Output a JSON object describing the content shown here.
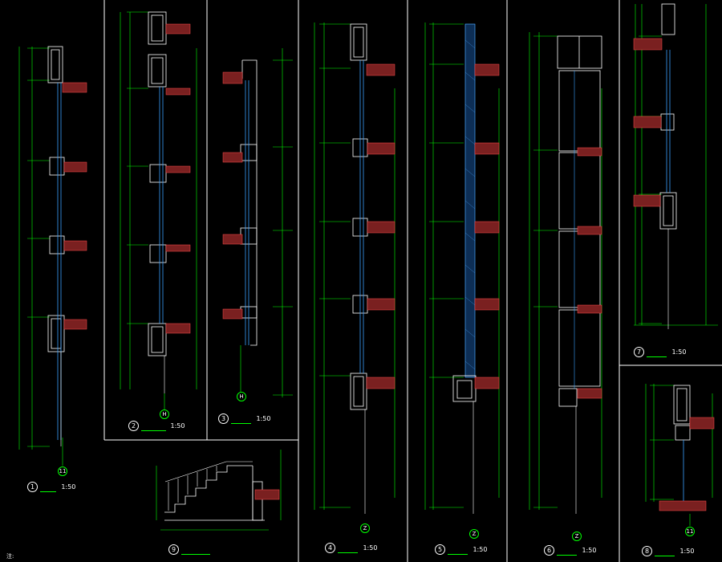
{
  "sheet_note": "注:",
  "colors": {
    "background": "#000000",
    "frame": "#ffffff",
    "dimension": "#00ff00",
    "wall": "#ff4d4d",
    "glass": "#3aa0ff",
    "hatch": "#4aa8ff",
    "text": "#ffffff"
  },
  "panels": [
    {
      "id": "1",
      "scale": "1:50",
      "axis": "11"
    },
    {
      "id": "2",
      "scale": "1:50",
      "axis": "H"
    },
    {
      "id": "3",
      "scale": "1:50",
      "axis": "H"
    },
    {
      "id": "4",
      "scale": "1:50",
      "axis": "Z"
    },
    {
      "id": "5",
      "scale": "1:50",
      "axis": "Z"
    },
    {
      "id": "6",
      "scale": "1:50",
      "axis": "Z"
    },
    {
      "id": "7",
      "scale": "1:50",
      "axis": ""
    },
    {
      "id": "8",
      "scale": "1:50",
      "axis": "11"
    },
    {
      "id": "9",
      "scale": "",
      "axis": ""
    }
  ]
}
